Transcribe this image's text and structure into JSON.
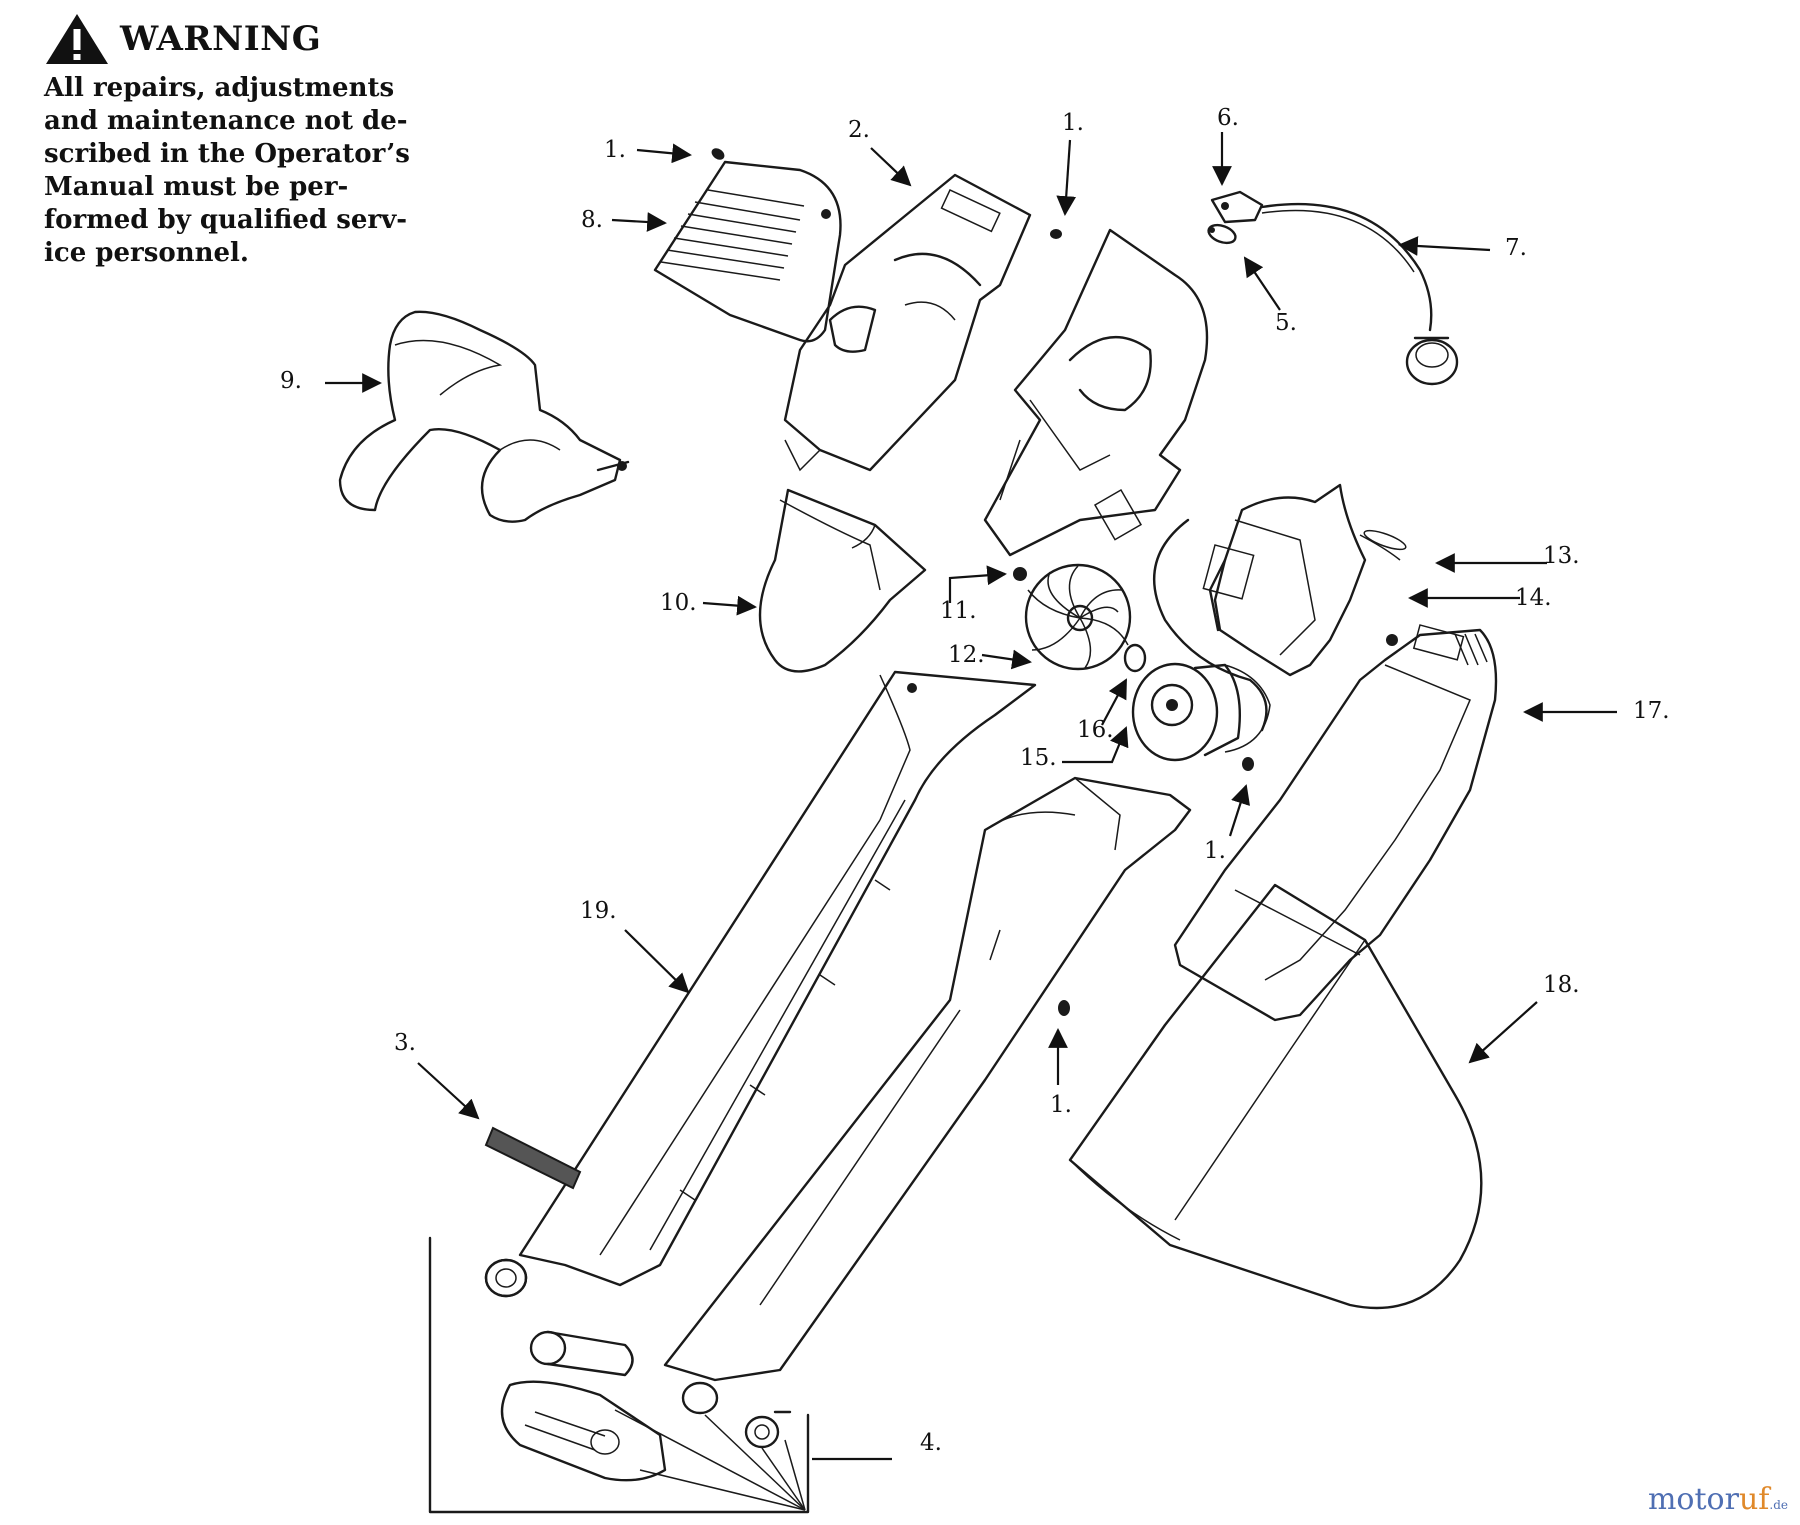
{
  "warning": {
    "title": "WARNING",
    "lines": [
      "All repairs, adjustments",
      "and maintenance not de-",
      "scribed in the Operator’s",
      "Manual must be per-",
      "formed by qualified serv-",
      "ice personnel."
    ]
  },
  "callouts": [
    {
      "id": "1a",
      "text": "1."
    },
    {
      "id": "1b",
      "text": "1."
    },
    {
      "id": "1c",
      "text": "1."
    },
    {
      "id": "1d",
      "text": "1."
    },
    {
      "id": "2",
      "text": "2."
    },
    {
      "id": "3",
      "text": "3."
    },
    {
      "id": "4",
      "text": "4."
    },
    {
      "id": "5",
      "text": "5."
    },
    {
      "id": "6",
      "text": "6."
    },
    {
      "id": "7",
      "text": "7."
    },
    {
      "id": "8",
      "text": "8."
    },
    {
      "id": "9",
      "text": "9."
    },
    {
      "id": "10",
      "text": "10."
    },
    {
      "id": "11",
      "text": "11."
    },
    {
      "id": "12",
      "text": "12."
    },
    {
      "id": "13",
      "text": "13."
    },
    {
      "id": "14",
      "text": "14."
    },
    {
      "id": "15",
      "text": "15."
    },
    {
      "id": "16",
      "text": "16."
    },
    {
      "id": "17",
      "text": "17."
    },
    {
      "id": "18",
      "text": "18."
    },
    {
      "id": "19",
      "text": "19."
    }
  ],
  "brand": {
    "name": "motor",
    "accent": "uf",
    "suffix": ".de"
  },
  "colors": {
    "ink": "#1a1a1a",
    "brand_blue": "#4f6fb3",
    "brand_orange": "#e0892a"
  }
}
